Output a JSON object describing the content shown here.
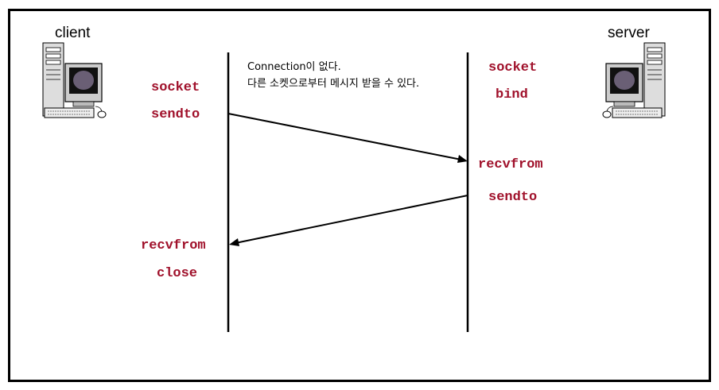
{
  "client": {
    "label": "client",
    "calls": [
      "socket",
      "sendto",
      "recvfrom",
      "close"
    ]
  },
  "server": {
    "label": "server",
    "calls": [
      "socket",
      "bind",
      "recvfrom",
      "sendto"
    ]
  },
  "note": {
    "line1": "Connection이 없다.",
    "line2": "다른 소켓으로부터 메시지 받을 수 있다."
  },
  "colors": {
    "call_text": "#a0112b",
    "border": "#000000"
  },
  "icons": {
    "client_computer": "desktop-computer-icon",
    "server_computer": "desktop-computer-icon"
  }
}
